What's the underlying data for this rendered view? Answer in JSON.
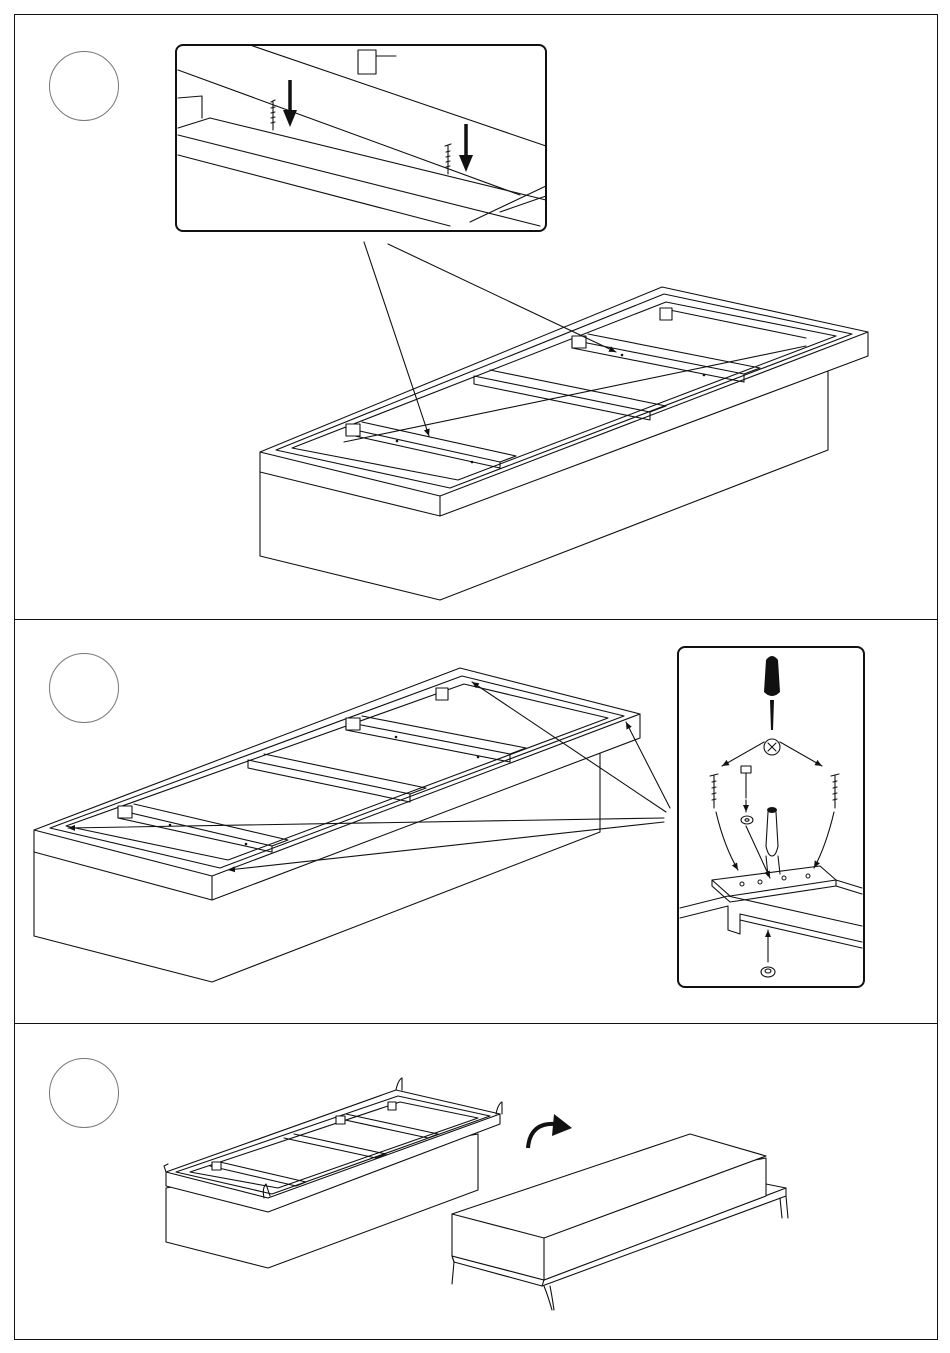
{
  "document": {
    "type": "assembly-instructions",
    "steps": [
      {
        "id": 1,
        "label": ""
      },
      {
        "id": 2,
        "label": ""
      },
      {
        "id": 3,
        "label": ""
      }
    ]
  },
  "icons": {
    "screw": "screw-icon",
    "screwdriver": "screwdriver-icon",
    "washer": "washer-icon",
    "nut": "nut-icon",
    "bolt": "bolt-icon",
    "not-allowed": "cross-circle-icon",
    "rotate": "rotate-arrow-icon"
  },
  "colors": {
    "line": "#111111",
    "background": "#ffffff"
  }
}
